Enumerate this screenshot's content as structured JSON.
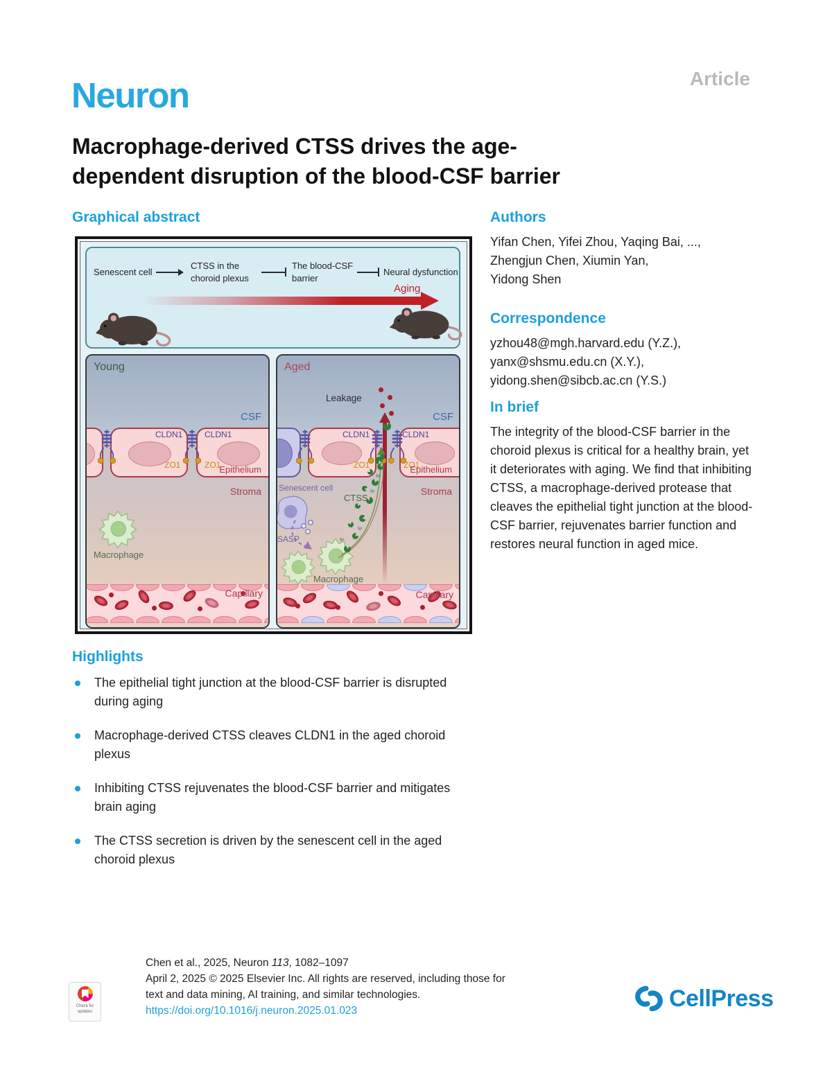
{
  "colors": {
    "accent_blue": "#1ca0dc",
    "aging_red": "#c02127",
    "label_red": "#a63c50"
  },
  "header": {
    "article_label": "Article",
    "journal_logo": "Neuron"
  },
  "title": {
    "line1": "Macrophage-derived CTSS drives the age-",
    "line2": "dependent disruption of the blood-CSF barrier"
  },
  "graphical_abstract": {
    "heading": "Graphical abstract",
    "pathway": {
      "step1": "Senescent cell",
      "step2_line1": "CTSS in the",
      "step2_line2": "choroid plexus",
      "step3_line1": "The blood-CSF",
      "step3_line2": "barrier",
      "step4": "Neural dysfunction",
      "aging": "Aging"
    },
    "young": {
      "title": "Young",
      "csf": "CSF",
      "cldn1": "CLDN1",
      "zo1": "ZO1",
      "epithelium": "Epithelium",
      "stroma": "Stroma",
      "macrophage": "Macrophage",
      "capillary": "Capillary"
    },
    "aged": {
      "title": "Aged",
      "leakage": "Leakage",
      "csf": "CSF",
      "cldn1": "CLDN1",
      "zo1": "ZO1",
      "epithelium": "Epithelium",
      "stroma": "Stroma",
      "senescent_cell": "Senescent cell",
      "ctss": "CTSS",
      "sasp": "SASP",
      "macrophage": "Macrophage",
      "capillary": "Capillary"
    }
  },
  "authors": {
    "heading": "Authors",
    "lines": [
      "Yifan Chen, Yifei Zhou, Yaqing Bai, ...,",
      "Zhengjun Chen, Xiumin Yan,",
      "Yidong Shen"
    ]
  },
  "correspondence": {
    "heading": "Correspondence",
    "lines": [
      "yzhou48@mgh.harvard.edu (Y.Z.),",
      "yanx@shsmu.edu.cn (X.Y.),",
      "yidong.shen@sibcb.ac.cn (Y.S.)"
    ]
  },
  "in_brief": {
    "heading": "In brief",
    "text": "The integrity of the blood-CSF barrier in the choroid plexus is critical for a healthy brain, yet it deteriorates with aging. We find that inhibiting CTSS, a macrophage-derived protease that cleaves the epithelial tight junction at the blood-CSF barrier, rejuvenates barrier function and restores neural function in aged mice."
  },
  "highlights": {
    "heading": "Highlights",
    "items": [
      "The epithelial tight junction at the blood-CSF barrier is disrupted during aging",
      "Macrophage-derived CTSS cleaves CLDN1 in the aged choroid plexus",
      "Inhibiting CTSS rejuvenates the blood-CSF barrier and mitigates brain aging",
      "The CTSS secretion is driven by the senescent cell in the aged choroid plexus"
    ]
  },
  "footer": {
    "citation_prefix": "Chen et al., 2025, Neuron ",
    "citation_volume": "113",
    "citation_pages": ", 1082–1097",
    "line2": "April 2, 2025 © 2025 Elsevier Inc. All rights are reserved, including those for",
    "line3": "text and data mining, AI training, and similar technologies.",
    "doi": "https://doi.org/10.1016/j.neuron.2025.01.023",
    "check_updates_line1": "Check for",
    "check_updates_line2": "updates",
    "publisher": "CellPress"
  }
}
